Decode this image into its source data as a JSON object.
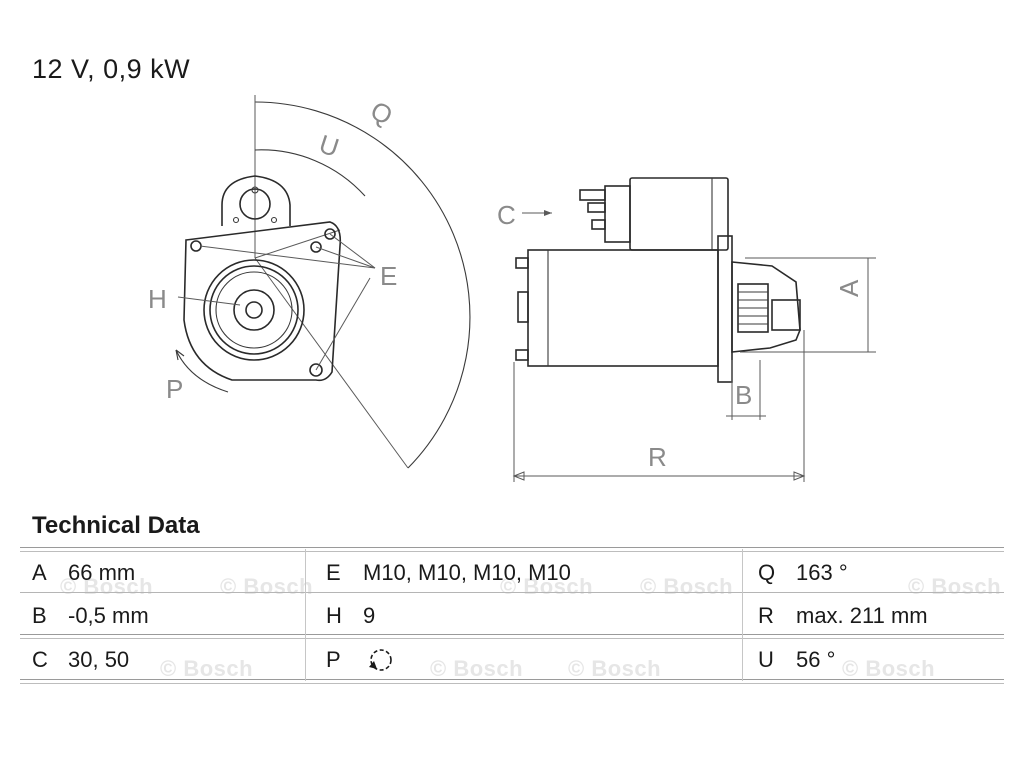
{
  "header": {
    "spec": "12 V, 0,9 kW"
  },
  "drawing": {
    "labels": {
      "A": "A",
      "B": "B",
      "C": "C",
      "E": "E",
      "H": "H",
      "P": "P",
      "Q": "Q",
      "R": "R",
      "U": "U"
    }
  },
  "technical_data": {
    "title": "Technical Data",
    "rows": [
      [
        {
          "key": "A",
          "value": "66 mm"
        },
        {
          "key": "E",
          "value": "M10, M10, M10, M10"
        },
        {
          "key": "Q",
          "value": "163 °"
        }
      ],
      [
        {
          "key": "B",
          "value": "-0,5 mm"
        },
        {
          "key": "H",
          "value": "9"
        },
        {
          "key": "R",
          "value": "max. 211 mm"
        }
      ],
      [
        {
          "key": "C",
          "value": "30, 50"
        },
        {
          "key": "P",
          "value": "",
          "icon": "rotation-counterclockwise-icon"
        },
        {
          "key": "U",
          "value": "56 °"
        }
      ]
    ],
    "watermark": "© Bosch"
  }
}
